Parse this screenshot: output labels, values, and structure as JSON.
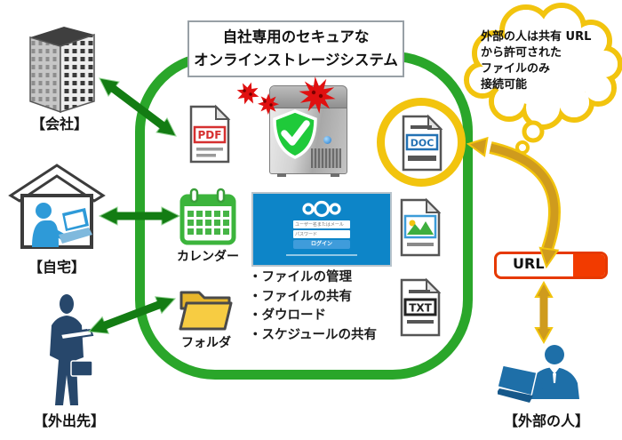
{
  "title": {
    "line1": "自社専用のセキュアな",
    "line2": "オンラインストレージシステム"
  },
  "locations": {
    "company": "【会社】",
    "home": "【自宅】",
    "mobile": "【外出先】",
    "external": "【外部の人】"
  },
  "files": {
    "pdf": "PDF",
    "doc": "DOC",
    "txt": "TXT"
  },
  "labels": {
    "calendar": "カレンダー",
    "folder": "フォルダ",
    "url": "URL"
  },
  "features": [
    "・ファイルの管理",
    "・ファイルの共有",
    "・ダウロード",
    "・スケジュールの共有"
  ],
  "cloud": {
    "line1": "外部の人は共有 URL",
    "line2": "から許可された",
    "line3": "ファイルのみ",
    "line4": "接続可能"
  },
  "login": {
    "username_placeholder": "ユーザー名またはメール",
    "password_placeholder": "パスワード",
    "button": "ログイン"
  },
  "colors": {
    "boundary_green": "#2aa62a",
    "arrow_green": "#137c13",
    "gold": "#f2c40e",
    "gold_dark": "#cf9b1d",
    "url_red": "#f23b00",
    "pdf_red": "#d63030",
    "doc_blue": "#2271b3",
    "virus_red": "#e01010",
    "shield_green": "#1fca3a",
    "login_blue": "#0d85c8"
  }
}
